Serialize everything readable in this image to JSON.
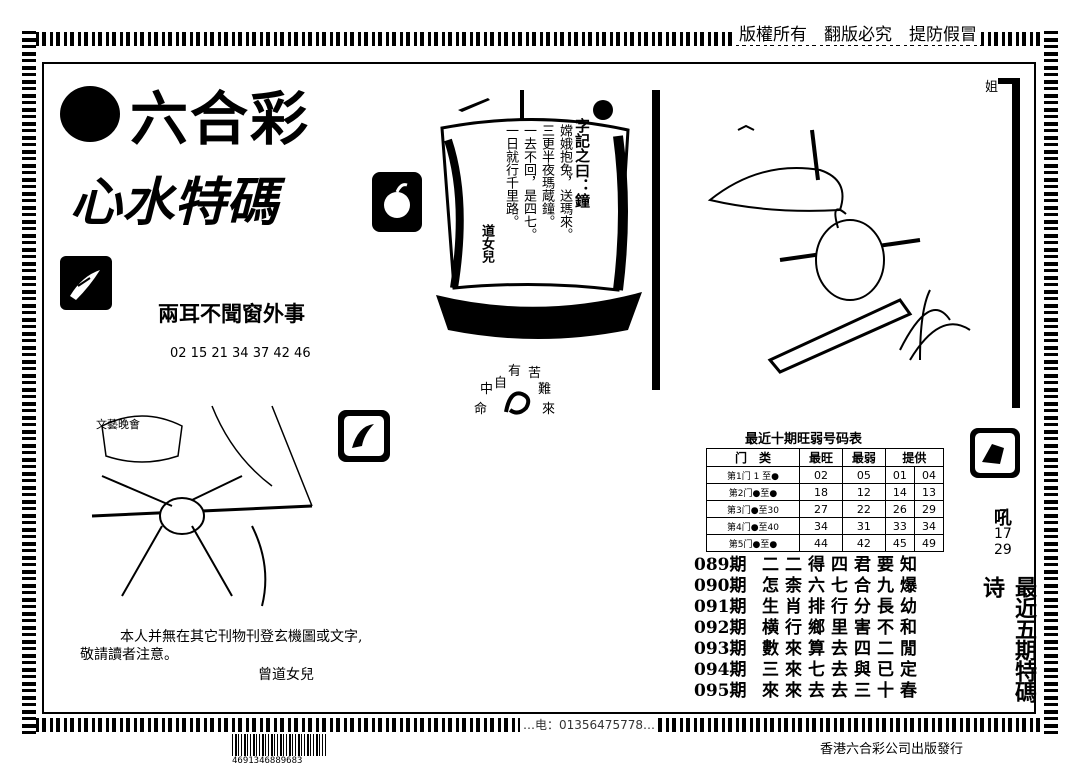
{
  "header": {
    "copyright": "版權所有　翻版必究　提防假冒"
  },
  "corner_char": "姐",
  "title": {
    "line1": "六合彩",
    "line2": "心水特碼"
  },
  "poem_title": "兩耳不聞窗外事",
  "poem_numbers": "02 15 21 34 37 42 46",
  "sail": {
    "heading": "字記之曰：鐘",
    "lines": [
      "嫦娥抱兔，送瑪來。",
      "三更半夜瑪蔵鐘。",
      "一去不回，是四七。",
      "一日就行千里路。"
    ],
    "signature": "道女兒"
  },
  "stamp_chars": [
    "有",
    "苦",
    "自",
    "難",
    "中",
    "命",
    "來"
  ],
  "scroll_label": "文藝晚會",
  "disclaimer": {
    "line1": "本人并無在其它刊物刊登玄機圖或文字,",
    "line2": "敬請讀者注意。",
    "signature": "曾道女兒"
  },
  "stats_table": {
    "title": "最近十期旺弱号码表",
    "headers": [
      "门　类",
      "最旺",
      "最弱",
      "提供"
    ],
    "rows": [
      {
        "label": "第1门 1 至●",
        "hot": "02",
        "weak": "05",
        "p1": "01",
        "p2": "04"
      },
      {
        "label": "第2门●至●",
        "hot": "18",
        "weak": "12",
        "p1": "14",
        "p2": "13"
      },
      {
        "label": "第3门●至30",
        "hot": "27",
        "weak": "22",
        "p1": "26",
        "p2": "29"
      },
      {
        "label": "第4门●至40",
        "hot": "34",
        "weak": "31",
        "p1": "33",
        "p2": "34"
      },
      {
        "label": "第5门●至●",
        "hot": "44",
        "weak": "42",
        "p1": "45",
        "p2": "49"
      }
    ]
  },
  "predictions": [
    {
      "period": "089期",
      "text": "二二得四君要知"
    },
    {
      "period": "090期",
      "text": "怎柰六七合九爆"
    },
    {
      "period": "091期",
      "text": "生肖排行分長幼"
    },
    {
      "period": "092期",
      "text": "横行鄉里害不和"
    },
    {
      "period": "093期",
      "text": "數來算去四二閒"
    },
    {
      "period": "094期",
      "text": "三來七去與已定"
    },
    {
      "period": "095期",
      "text": "來來去去三十春"
    }
  ],
  "side_code": {
    "char": "吼",
    "n1": "17",
    "n2": "29"
  },
  "side_banner": "最近五期特碼诗",
  "footer": {
    "barcode_number": "4691346889683",
    "publisher": "香港六合彩公司出版發行",
    "phone_partial": "…电：01356475778…"
  }
}
